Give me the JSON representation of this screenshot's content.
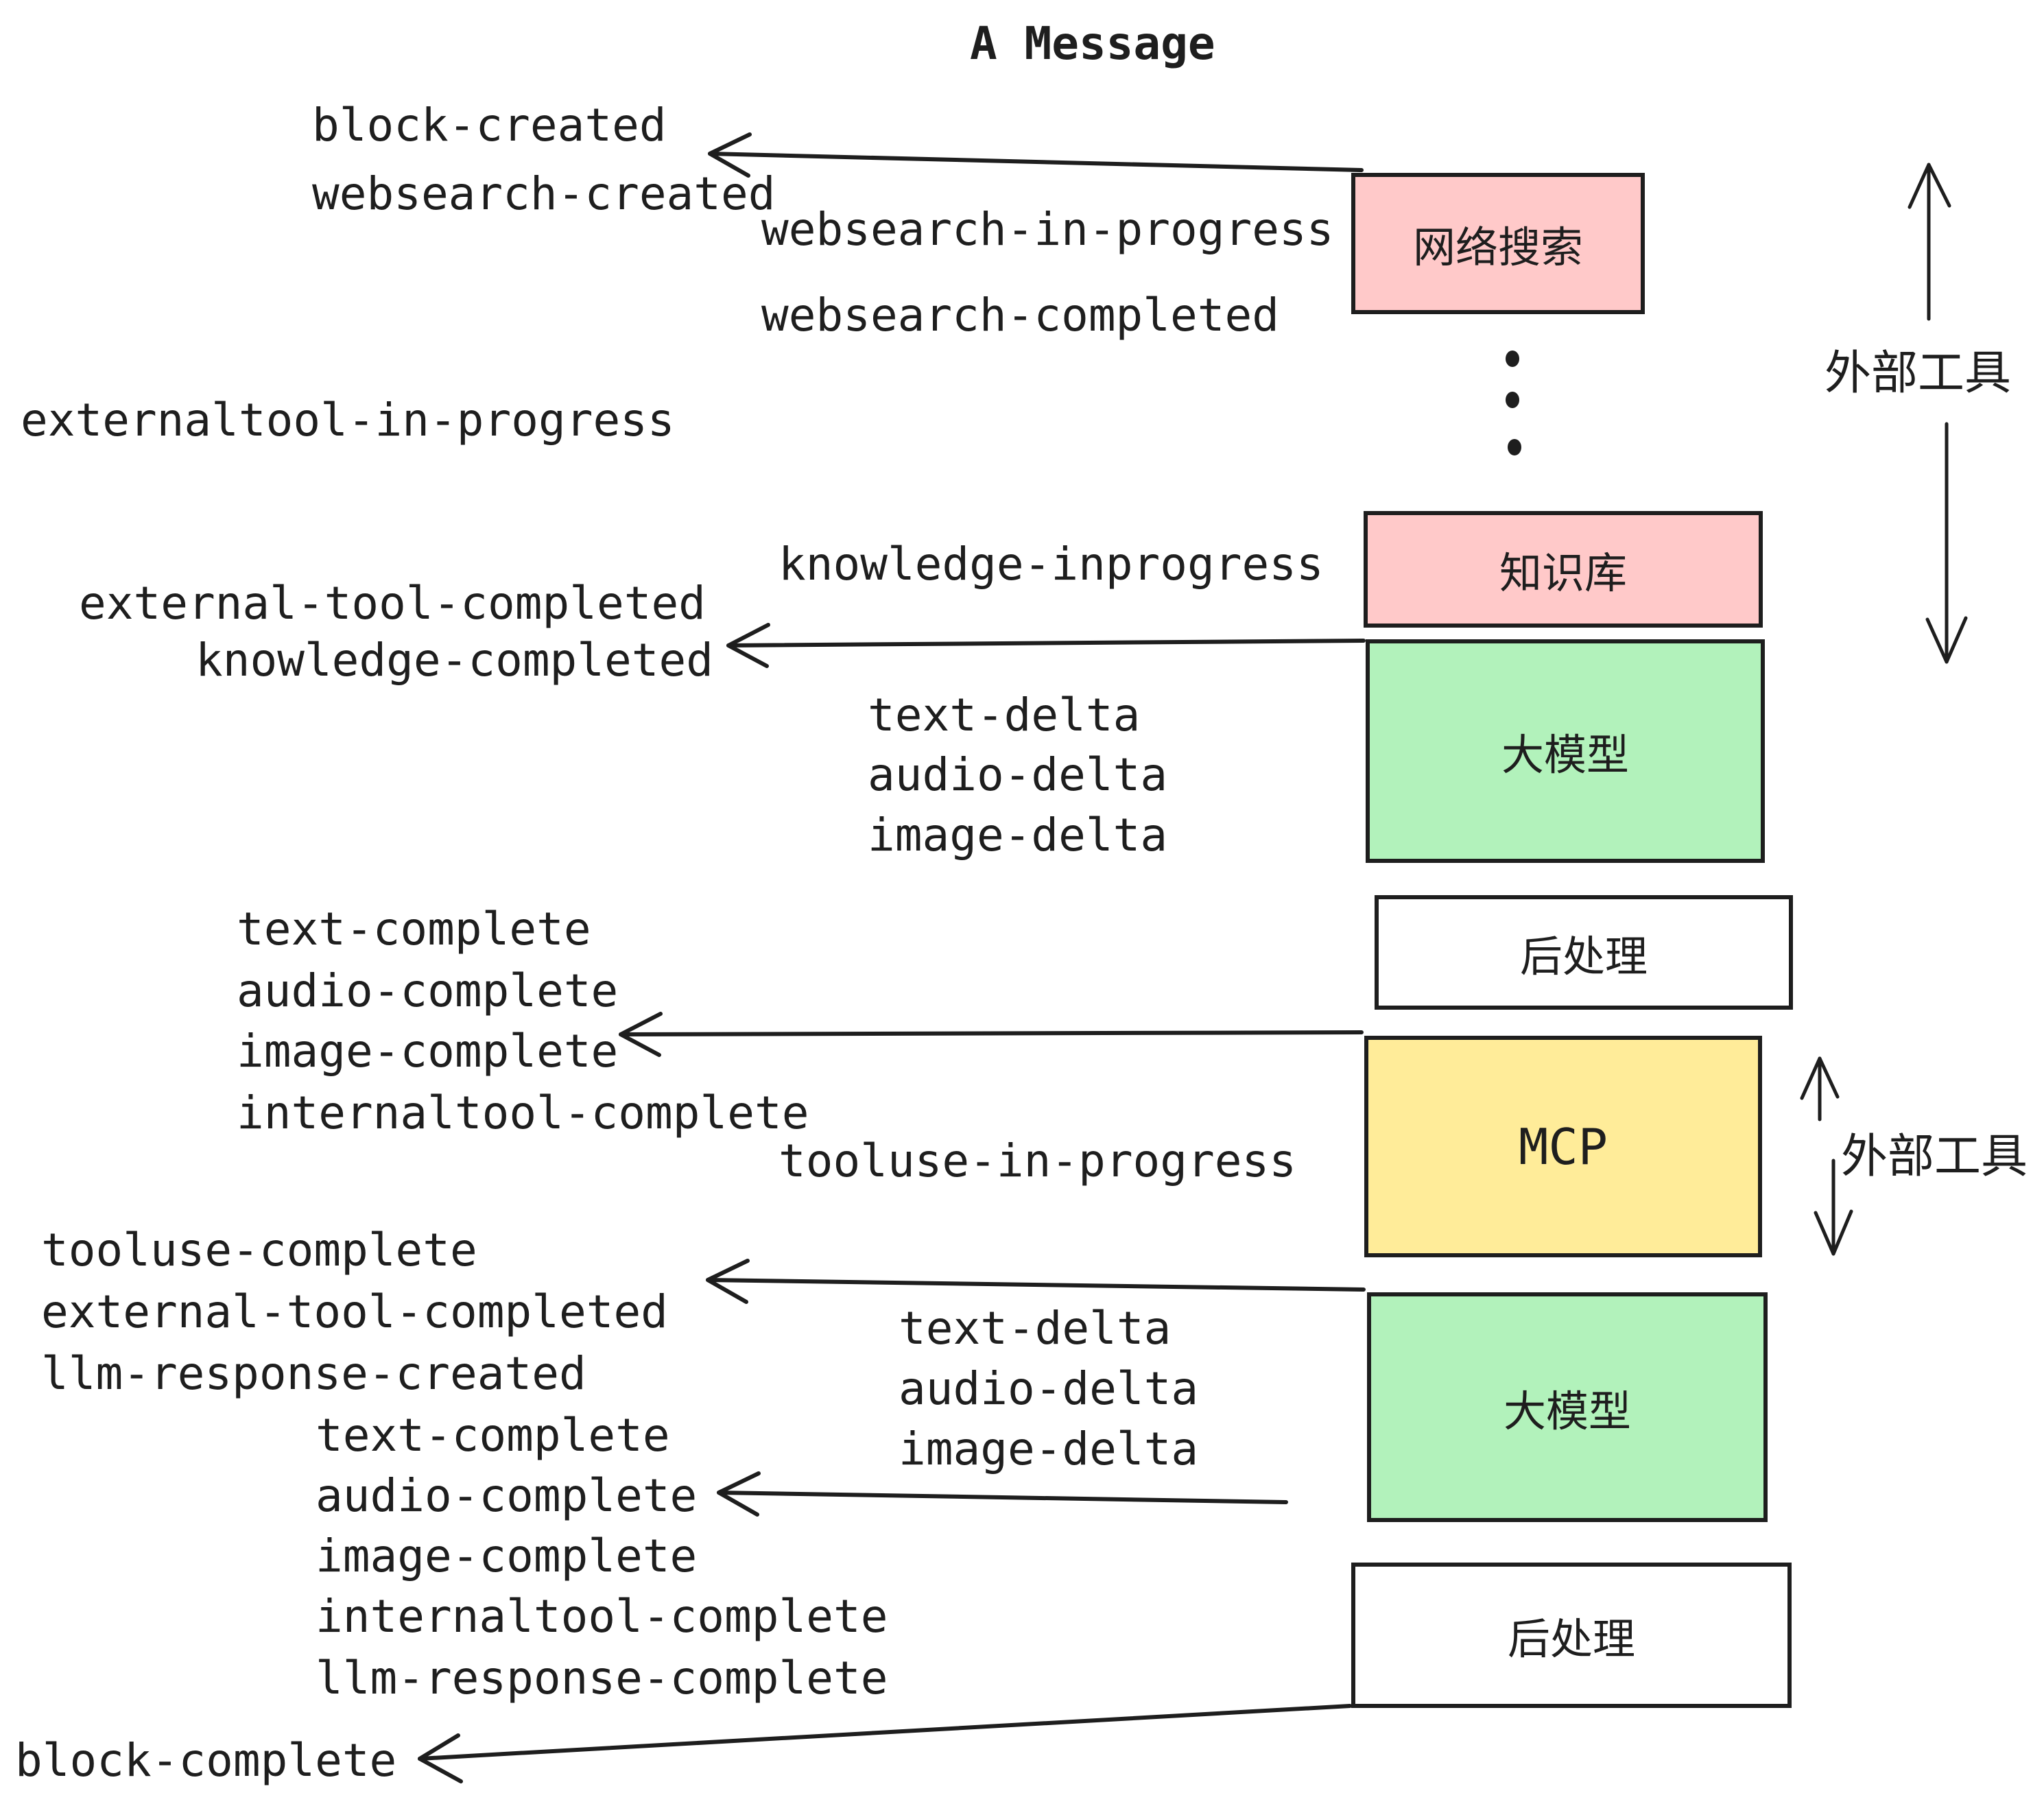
{
  "title": "A Message",
  "colors": {
    "stroke": "#1e1e1e",
    "pink_fill": "#ffc9c9",
    "green_fill": "#b2f2bb",
    "yellow_fill": "#ffec99",
    "white_fill": "#ffffff"
  },
  "boxes": {
    "websearch": {
      "label": "网络搜索",
      "color": "#ffc9c9"
    },
    "knowledge": {
      "label": "知识库",
      "color": "#ffc9c9"
    },
    "llm1": {
      "label": "大模型",
      "color": "#b2f2bb"
    },
    "post1": {
      "label": "后处理",
      "color": "#ffffff"
    },
    "mcp": {
      "label": "MCP",
      "color": "#ffec99"
    },
    "llm2": {
      "label": "大模型",
      "color": "#b2f2bb"
    },
    "post2": {
      "label": "后处理",
      "color": "#ffffff"
    }
  },
  "annotations": {
    "external_tools_top": "外部工具",
    "external_tools_mcp": "外部工具"
  },
  "events": {
    "block_created": "block-created",
    "websearch_created": "websearch-created",
    "websearch_in_progress": "websearch-in-progress",
    "websearch_completed": "websearch-completed",
    "externaltool_in_progress": "externaltool-in-progress",
    "knowledge_inprogress": "knowledge-inprogress",
    "external_tool_completed_1": "external-tool-completed",
    "knowledge_completed": "knowledge-completed",
    "text_delta_1": "text-delta",
    "audio_delta_1": "audio-delta",
    "image_delta_1": "image-delta",
    "text_complete_1": "text-complete",
    "audio_complete_1": "audio-complete",
    "image_complete_1": "image-complete",
    "internaltool_complete_1": "internaltool-complete",
    "tooluse_in_progress": "tooluse-in-progress",
    "tooluse_complete": "tooluse-complete",
    "external_tool_completed_2": "external-tool-completed",
    "llm_response_created": "llm-response-created",
    "text_delta_2": "text-delta",
    "audio_delta_2": "audio-delta",
    "image_delta_2": "image-delta",
    "text_complete_2": "text-complete",
    "audio_complete_2": "audio-complete",
    "image_complete_2": "image-complete",
    "internaltool_complete_2": "internaltool-complete",
    "llm_response_complete": "llm-response-complete",
    "block_complete": "block-complete"
  }
}
